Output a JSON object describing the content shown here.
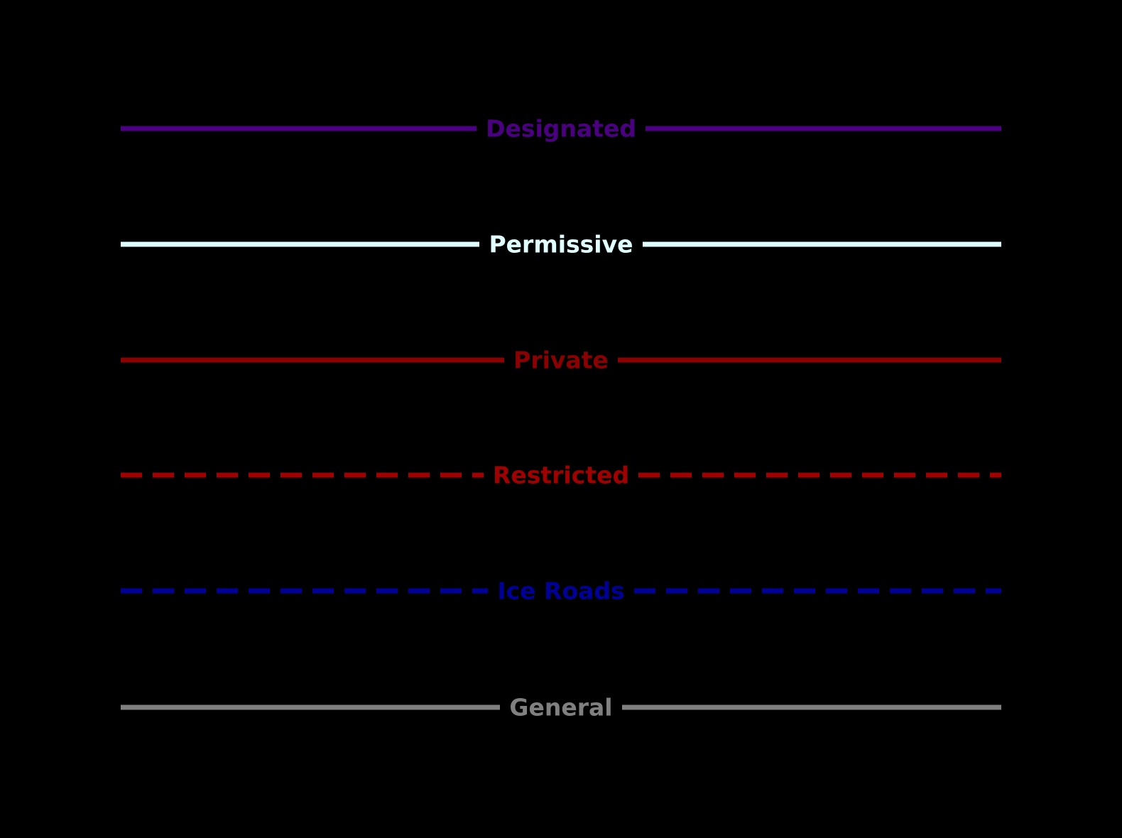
{
  "background_color": "#000000",
  "legend": {
    "items": [
      {
        "label": "Designated",
        "color": "#4B0082",
        "style": "solid"
      },
      {
        "label": "Permissive",
        "color": "#E0FFFF",
        "style": "solid"
      },
      {
        "label": "Private",
        "color": "#8B0000",
        "style": "solid"
      },
      {
        "label": "Restricted",
        "color": "#A00000",
        "style": "dashed"
      },
      {
        "label": "Ice Roads",
        "color": "#000099",
        "style": "dashed"
      },
      {
        "label": "General",
        "color": "#808080",
        "style": "solid"
      }
    ]
  }
}
